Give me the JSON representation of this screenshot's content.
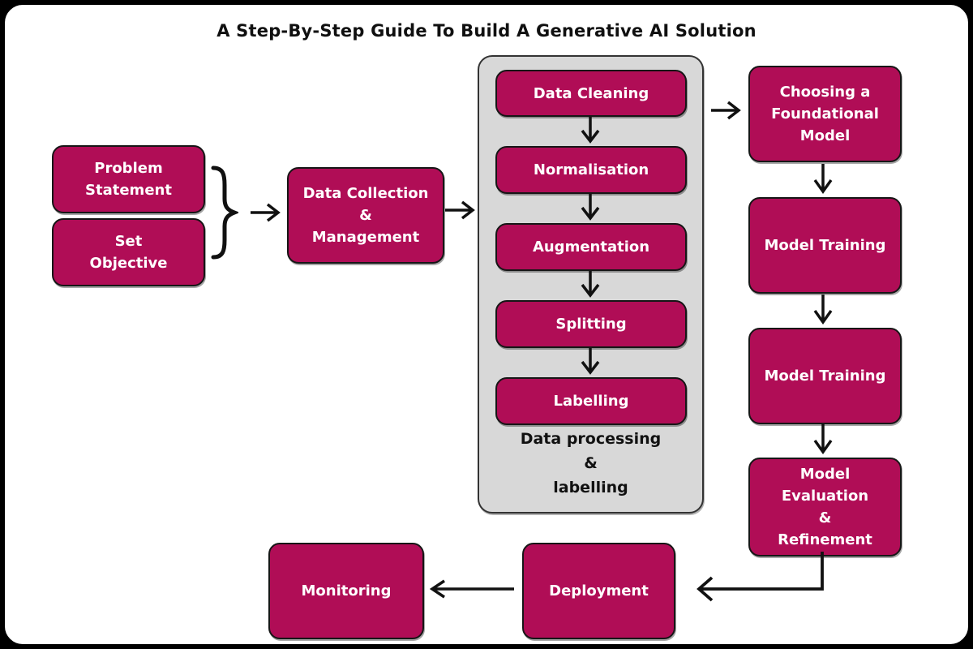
{
  "title": "A Step-By-Step Guide To Build A Generative AI Solution",
  "colors": {
    "frame": "#000000",
    "canvas_bg": "#ffffff",
    "box_fill": "#b00d56",
    "box_text": "#ffffff",
    "panel_fill": "#d8d8d8",
    "outline": "#161616"
  },
  "flow": {
    "problem_statement": "Problem\nStatement",
    "set_objective": "Set\nObjective",
    "data_collection": "Data Collection\n&\nManagement",
    "panel": {
      "steps": [
        "Data Cleaning",
        "Normalisation",
        "Augmentation",
        "Splitting",
        "Labelling"
      ],
      "label": "Data processing\n&\nlabelling"
    },
    "choosing_model": "Choosing a\nFoundational\nModel",
    "model_training_1": "Model Training",
    "model_training_2": "Model Training",
    "model_evaluation": "Model Evaluation\n&\nRefinement",
    "deployment": "Deployment",
    "monitoring": "Monitoring"
  },
  "icons": {
    "arrow_right": "→",
    "arrow_down": "↓",
    "arrow_left": "←",
    "brace_right": "}"
  }
}
